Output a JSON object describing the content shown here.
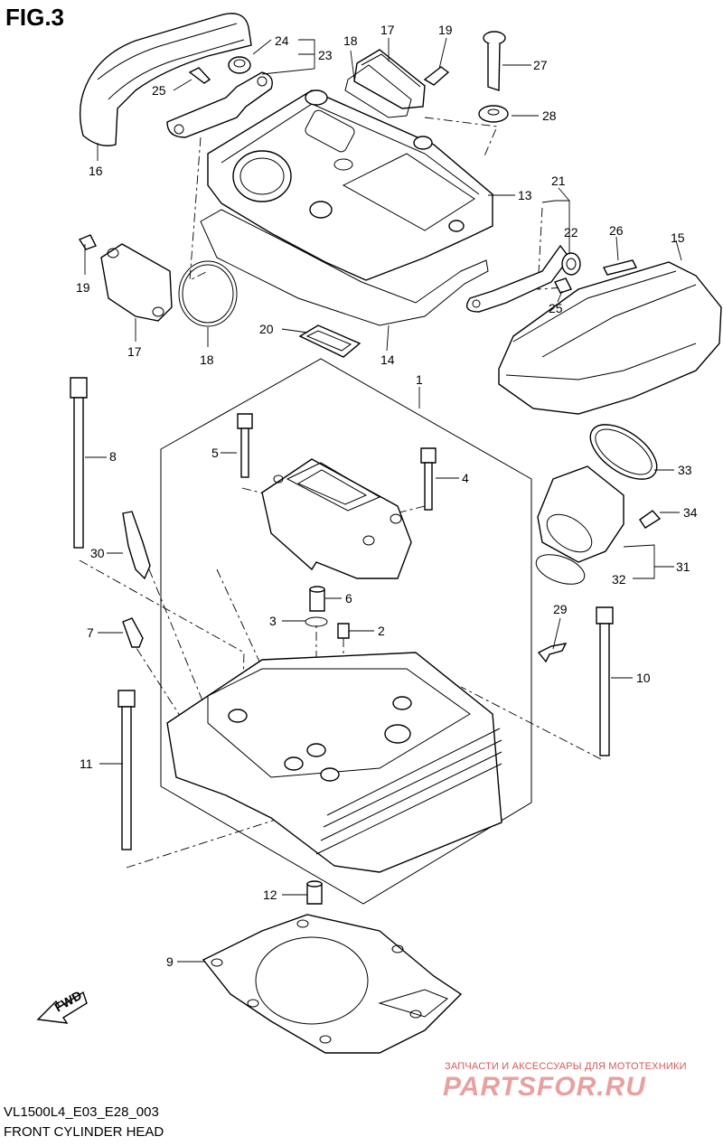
{
  "figure": {
    "title": "FIG.3"
  },
  "footer": {
    "model_code": "VL1500L4_E03_E28_003",
    "caption": "FRONT CYLINDER HEAD"
  },
  "watermark": {
    "tagline": "ЗАПЧАСТИ И АКСЕССУАРЫ ДЛЯ МОТОТЕХНИКИ",
    "brand": "PARTSFOR.RU"
  },
  "fwd_badge": {
    "text": "FWD"
  },
  "callouts": [
    {
      "id": "24",
      "text": "24"
    },
    {
      "id": "23",
      "text": "23"
    },
    {
      "id": "17a",
      "text": "17"
    },
    {
      "id": "18a",
      "text": "18"
    },
    {
      "id": "19a",
      "text": "19"
    },
    {
      "id": "27",
      "text": "27"
    },
    {
      "id": "25a",
      "text": "25"
    },
    {
      "id": "28",
      "text": "28"
    },
    {
      "id": "16",
      "text": "16"
    },
    {
      "id": "13",
      "text": "13"
    },
    {
      "id": "21",
      "text": "21"
    },
    {
      "id": "22",
      "text": "22"
    },
    {
      "id": "26",
      "text": "26"
    },
    {
      "id": "15",
      "text": "15"
    },
    {
      "id": "19b",
      "text": "19"
    },
    {
      "id": "25b",
      "text": "25"
    },
    {
      "id": "17b",
      "text": "17"
    },
    {
      "id": "18b",
      "text": "18"
    },
    {
      "id": "20",
      "text": "20"
    },
    {
      "id": "14",
      "text": "14"
    },
    {
      "id": "1",
      "text": "1"
    },
    {
      "id": "8",
      "text": "8"
    },
    {
      "id": "5",
      "text": "5"
    },
    {
      "id": "4",
      "text": "4"
    },
    {
      "id": "33",
      "text": "33"
    },
    {
      "id": "34",
      "text": "34"
    },
    {
      "id": "30",
      "text": "30"
    },
    {
      "id": "31",
      "text": "31"
    },
    {
      "id": "32",
      "text": "32"
    },
    {
      "id": "6",
      "text": "6"
    },
    {
      "id": "3",
      "text": "3"
    },
    {
      "id": "2",
      "text": "2"
    },
    {
      "id": "29",
      "text": "29"
    },
    {
      "id": "7",
      "text": "7"
    },
    {
      "id": "10",
      "text": "10"
    },
    {
      "id": "11",
      "text": "11"
    },
    {
      "id": "12",
      "text": "12"
    },
    {
      "id": "9",
      "text": "9"
    }
  ]
}
